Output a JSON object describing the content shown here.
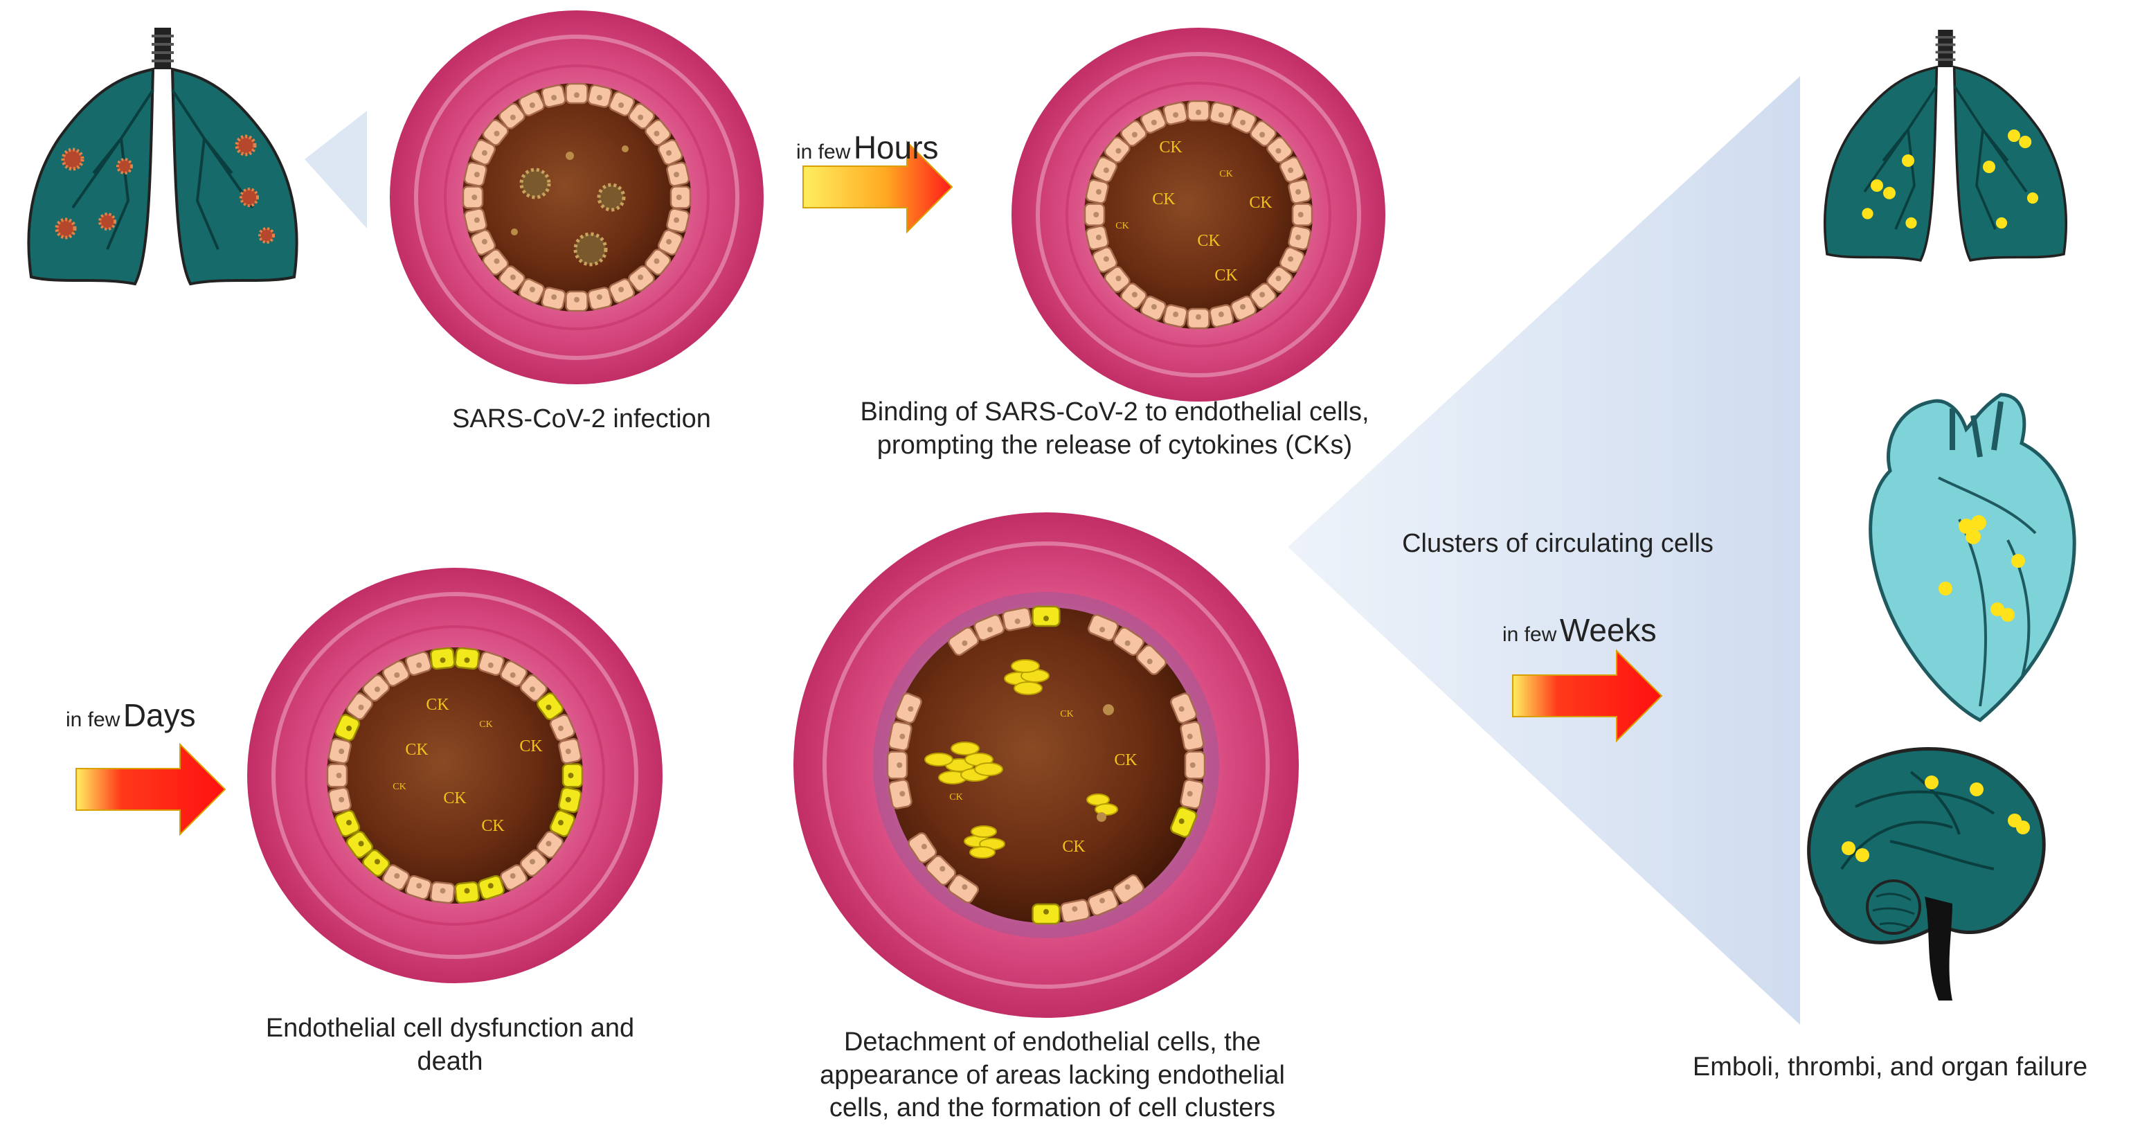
{
  "colors": {
    "vessel_wall": "#c8336a",
    "vessel_wall_light": "#e68bb0",
    "lumen": "#6a2d12",
    "endothelium": "#f6c4a2",
    "dysfunctional_cell": "#f2e81c",
    "cluster": "#f5df1a",
    "virus": "#7a5a2c",
    "organ": "#166a6a",
    "heart": "#7ed3d8",
    "arrow_start": "#ffee60",
    "arrow_end": "#ff1a1a",
    "funnel": "#dde7f4"
  },
  "icons": [
    "lungs-icon",
    "heart-icon",
    "brain-icon",
    "virus-icon",
    "gradient-arrow-icon"
  ],
  "stages": {
    "infection": {
      "caption": "SARS-CoV-2 infection"
    },
    "binding": {
      "caption_line1": "Binding of SARS-CoV-2 to endothelial cells,",
      "caption_line2": "prompting the release of cytokines (CKs)"
    },
    "dysfunction": {
      "caption_line1": "Endothelial cell dysfunction and",
      "caption_line2": "death"
    },
    "detachment": {
      "caption_line1": "Detachment of endothelial cells, the",
      "caption_line2": "appearance of areas lacking endothelial",
      "caption_line3": "cells, and the formation of cell clusters"
    }
  },
  "cytokine_label": "CK",
  "timeline": {
    "hours": {
      "prefix": "in few",
      "unit": "Hours"
    },
    "days": {
      "prefix": "in few",
      "unit": "Days"
    },
    "weeks": {
      "prefix": "in few",
      "unit": "Weeks"
    }
  },
  "clusters_label": "Clusters of circulating cells",
  "outcome_label": "Emboli, thrombi, and organ failure"
}
